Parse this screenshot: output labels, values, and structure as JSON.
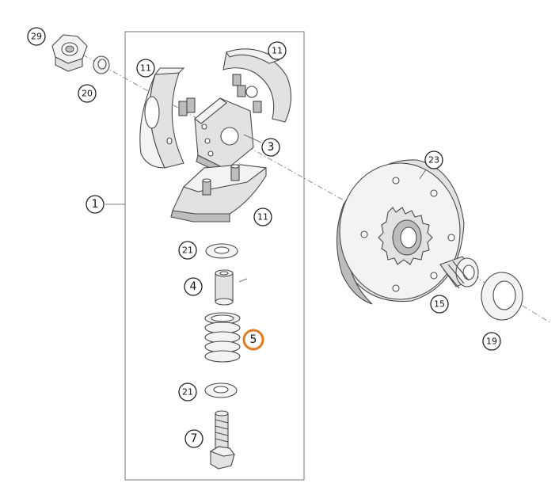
{
  "callouts": [
    {
      "label": "29"
    },
    {
      "label": "20"
    },
    {
      "label": "11"
    },
    {
      "label": "11"
    },
    {
      "label": "3"
    },
    {
      "label": "1"
    },
    {
      "label": "11"
    },
    {
      "label": "23"
    },
    {
      "label": "21"
    },
    {
      "label": "4"
    },
    {
      "label": "15"
    },
    {
      "label": "19"
    },
    {
      "label": "5",
      "highlight_color": "#e07b20"
    },
    {
      "label": "21"
    },
    {
      "label": "7"
    }
  ]
}
